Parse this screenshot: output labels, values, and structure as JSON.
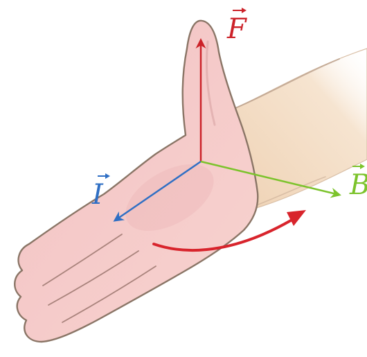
{
  "labels": {
    "force": "F",
    "current": "I",
    "field": "B"
  },
  "colors": {
    "force": "#cc2229",
    "current": "#2f6fc4",
    "field": "#7cc32c",
    "rotation": "#d8242c",
    "skin_fill": "#f6cccb",
    "skin_outline": "#8a7566",
    "forearm_fill": "#f4dfc6"
  },
  "icons": {
    "hand": "right-hand-illustration",
    "rotation": "curved-arrow-icon"
  }
}
